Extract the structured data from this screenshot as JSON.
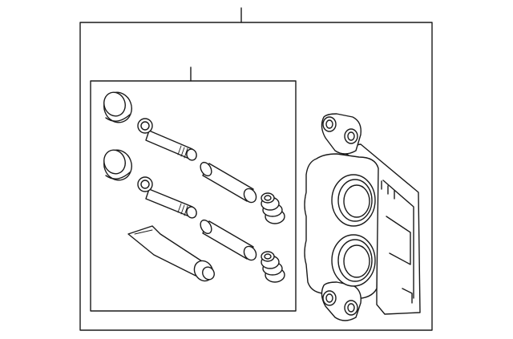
{
  "diagram": {
    "type": "exploded-parts-diagram",
    "background": "#ffffff",
    "line_color": "#1a1a1a",
    "assembly": {
      "callout_count": 2,
      "parts": [
        "caliper-housing",
        "dust-boot",
        "guide-pin",
        "pin-sleeve",
        "pin-boot",
        "grease-tube"
      ]
    }
  }
}
